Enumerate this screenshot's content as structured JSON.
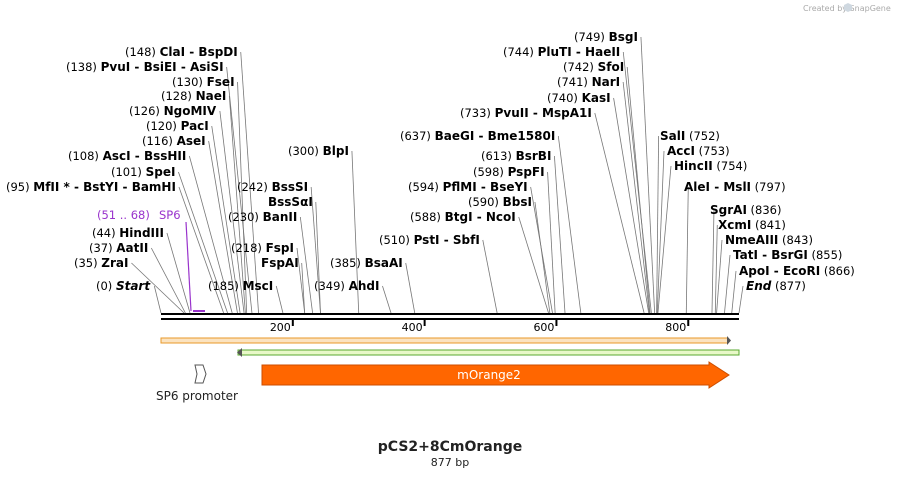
{
  "credit": "Created by SnapGene",
  "plasmid": {
    "name": "pCS2+8CmOrange",
    "length_label": "877 bp",
    "length": 877
  },
  "scale": {
    "ticks": [
      200,
      400,
      600,
      800
    ]
  },
  "primer": {
    "label": "SP6",
    "range": "(51 .. 68)",
    "color": "#9933cc"
  },
  "features": {
    "promoter": {
      "label": "SP6 promoter"
    },
    "cds": {
      "label": "mOrange2",
      "color": "#ff6600"
    }
  },
  "sites": [
    {
      "pos": "(0)",
      "names": [
        "Start"
      ],
      "special": true,
      "cut": 0
    },
    {
      "pos": "(35)",
      "names": [
        "ZraI"
      ],
      "cut": 35
    },
    {
      "pos": "(37)",
      "names": [
        "AatII"
      ],
      "cut": 37
    },
    {
      "pos": "(44)",
      "names": [
        "HindIII"
      ],
      "cut": 44
    },
    {
      "pos": "(95)",
      "names": [
        "MfII *",
        "BstYI",
        "BamHI"
      ],
      "cut": 95
    },
    {
      "pos": "(101)",
      "names": [
        "SpeI"
      ],
      "cut": 101
    },
    {
      "pos": "(108)",
      "names": [
        "AscI",
        "BssHII"
      ],
      "cut": 108
    },
    {
      "pos": "(116)",
      "names": [
        "AseI"
      ],
      "cut": 116
    },
    {
      "pos": "(120)",
      "names": [
        "PacI"
      ],
      "cut": 120
    },
    {
      "pos": "(126)",
      "names": [
        "NgoMIV"
      ],
      "cut": 126
    },
    {
      "pos": "(128)",
      "names": [
        "NaeI"
      ],
      "cut": 128
    },
    {
      "pos": "(130)",
      "names": [
        "FseI"
      ],
      "cut": 130
    },
    {
      "pos": "(138)",
      "names": [
        "PvuI",
        "BsiEI",
        "AsiSI"
      ],
      "cut": 138
    },
    {
      "pos": "(148)",
      "names": [
        "ClaI",
        "BspDI"
      ],
      "cut": 148
    },
    {
      "pos": "(185)",
      "names": [
        "MscI"
      ],
      "cut": 185
    },
    {
      "pos": "(218)",
      "names": [
        "FspI"
      ],
      "cut": 218
    },
    {
      "pos": "",
      "names": [
        "FspAI"
      ],
      "cut": 218
    },
    {
      "pos": "(230)",
      "names": [
        "BanII"
      ],
      "cut": 230
    },
    {
      "pos": "",
      "names": [
        "BssSαI"
      ],
      "cut": 242
    },
    {
      "pos": "(242)",
      "names": [
        "BssSI"
      ],
      "cut": 242
    },
    {
      "pos": "(300)",
      "names": [
        "BlpI"
      ],
      "cut": 300
    },
    {
      "pos": "(349)",
      "names": [
        "AhdI"
      ],
      "cut": 349
    },
    {
      "pos": "(385)",
      "names": [
        "BsaAI"
      ],
      "cut": 385
    },
    {
      "pos": "(510)",
      "names": [
        "PstI",
        "SbfI"
      ],
      "cut": 510
    },
    {
      "pos": "(588)",
      "names": [
        "BtgI",
        "NcoI"
      ],
      "cut": 588
    },
    {
      "pos": "(590)",
      "names": [
        "BbsI"
      ],
      "cut": 590
    },
    {
      "pos": "(594)",
      "names": [
        "PflMI",
        "BseYI"
      ],
      "cut": 594
    },
    {
      "pos": "(598)",
      "names": [
        "PspFI"
      ],
      "cut": 598
    },
    {
      "pos": "(613)",
      "names": [
        "BsrBI"
      ],
      "cut": 613
    },
    {
      "pos": "(637)",
      "names": [
        "BaeGI",
        "Bme1580I"
      ],
      "cut": 637
    },
    {
      "pos": "(733)",
      "names": [
        "PvuII",
        "MspA1I"
      ],
      "cut": 733
    },
    {
      "pos": "(740)",
      "names": [
        "KasI"
      ],
      "cut": 740
    },
    {
      "pos": "(741)",
      "names": [
        "NarI"
      ],
      "cut": 741
    },
    {
      "pos": "(742)",
      "names": [
        "SfoI"
      ],
      "cut": 742
    },
    {
      "pos": "(744)",
      "names": [
        "PluTI",
        "HaeII"
      ],
      "cut": 744
    },
    {
      "pos": "(749)",
      "names": [
        "BsgI"
      ],
      "cut": 749
    },
    {
      "pos": "(752)",
      "names": [
        "SalI"
      ],
      "cut": 752
    },
    {
      "pos": "(753)",
      "names": [
        "AccI"
      ],
      "cut": 753
    },
    {
      "pos": "(754)",
      "names": [
        "HincII"
      ],
      "cut": 754
    },
    {
      "pos": "(797)",
      "names": [
        "AleI",
        "MslI"
      ],
      "cut": 797
    },
    {
      "pos": "(836)",
      "names": [
        "SgrAI"
      ],
      "cut": 836
    },
    {
      "pos": "(841)",
      "names": [
        "XcmI"
      ],
      "cut": 841
    },
    {
      "pos": "(843)",
      "names": [
        "NmeAIII"
      ],
      "cut": 843
    },
    {
      "pos": "(855)",
      "names": [
        "TatI",
        "BsrGI"
      ],
      "cut": 855
    },
    {
      "pos": "(866)",
      "names": [
        "ApoI",
        "EcoRI"
      ],
      "cut": 866
    },
    {
      "pos": "(877)",
      "names": [
        "End"
      ],
      "special": true,
      "cut": 877
    }
  ]
}
